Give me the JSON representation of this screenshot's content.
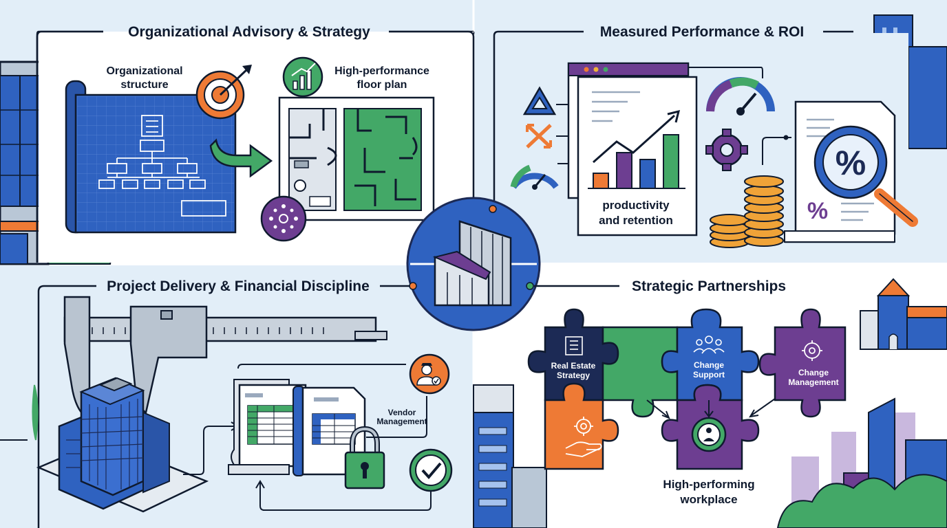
{
  "quadrants": {
    "top_left": {
      "title": "Organizational Advisory & Strategy",
      "label_structure_line1": "Organizational",
      "label_structure_line2": "structure",
      "label_floorplan_line1": "High-performance",
      "label_floorplan_line2": "floor plan"
    },
    "top_right": {
      "title": "Measured Performance & ROI",
      "chart_caption_line1": "productivity",
      "chart_caption_line2": "and retention",
      "percent_symbol": "%"
    },
    "bottom_left": {
      "title": "Project Delivery & Financial Discipline",
      "vendor_line1": "Vendor",
      "vendor_line2": "Management"
    },
    "bottom_right": {
      "title": "Strategic Partnerships",
      "puzzle_real_estate_line1": "Real Estate",
      "puzzle_real_estate_line2": "Strategy",
      "puzzle_change_support_line1": "Change",
      "puzzle_change_support_line2": "Support",
      "puzzle_change_mgmt_line1": "Change",
      "puzzle_change_mgmt_line2": "Management",
      "outcome_line1": "High-performing",
      "outcome_line2": "workplace"
    }
  },
  "palette": {
    "navy": "#1c2a55",
    "blue": "#2f62c0",
    "green": "#43a867",
    "orange": "#ee7a35",
    "purple": "#6d3e91",
    "light_bg": "#e2eef8"
  }
}
